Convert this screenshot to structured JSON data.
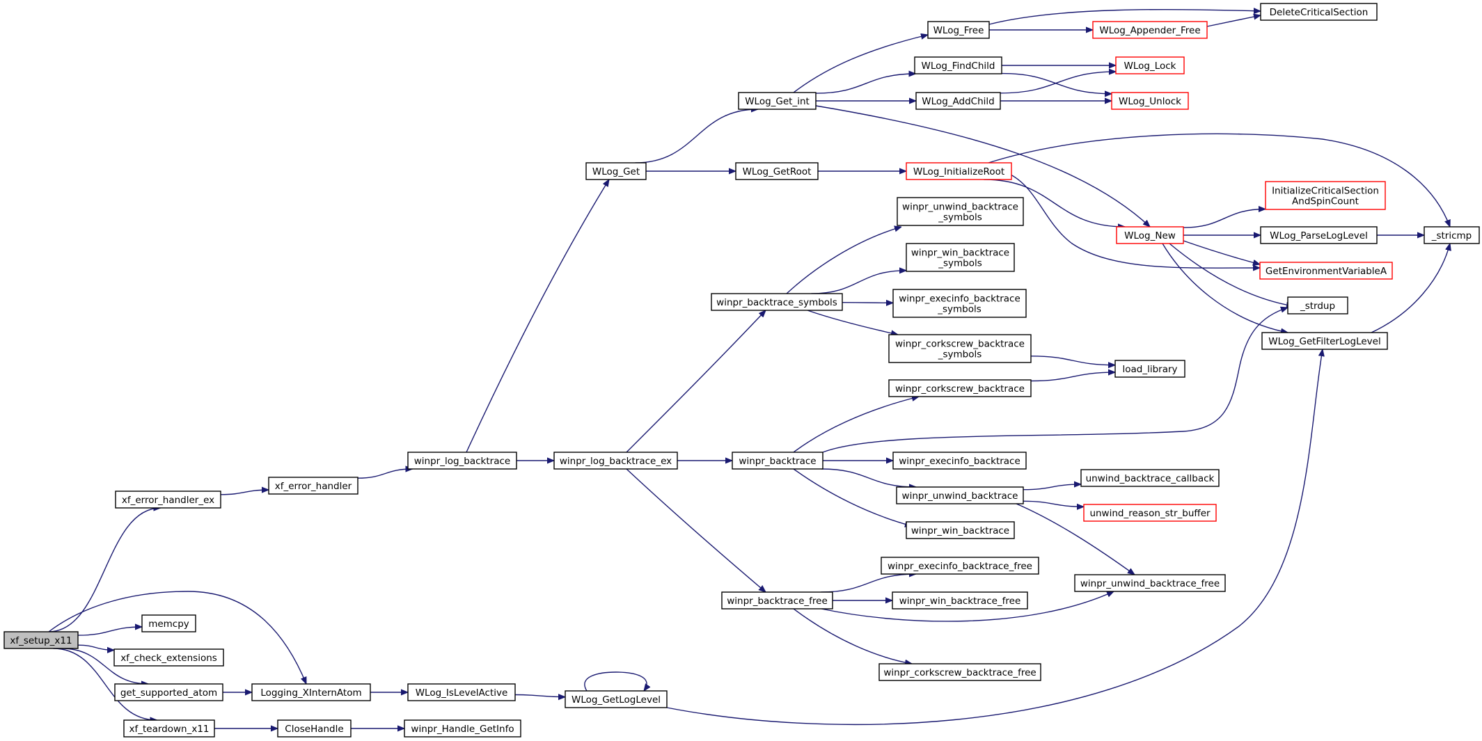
{
  "diagram": {
    "type": "call-graph",
    "edge_color": "#191970",
    "nodes": [
      {
        "id": "xf_setup_x11",
        "lines": [
          "xf_setup_x11"
        ],
        "style": "root"
      },
      {
        "id": "xf_error_handler_ex",
        "lines": [
          "xf_error_handler_ex"
        ]
      },
      {
        "id": "memcpy",
        "lines": [
          "memcpy"
        ]
      },
      {
        "id": "xf_check_extensions",
        "lines": [
          "xf_check_extensions"
        ]
      },
      {
        "id": "get_supported_atom",
        "lines": [
          "get_supported_atom"
        ]
      },
      {
        "id": "xf_teardown_x11",
        "lines": [
          "xf_teardown_x11"
        ]
      },
      {
        "id": "xf_error_handler",
        "lines": [
          "xf_error_handler"
        ]
      },
      {
        "id": "Logging_XInternAtom",
        "lines": [
          "Logging_XInternAtom"
        ]
      },
      {
        "id": "CloseHandle",
        "lines": [
          "CloseHandle"
        ]
      },
      {
        "id": "winpr_log_backtrace",
        "lines": [
          "winpr_log_backtrace"
        ]
      },
      {
        "id": "WLog_IsLevelActive",
        "lines": [
          "WLog_IsLevelActive"
        ]
      },
      {
        "id": "winpr_Handle_GetInfo",
        "lines": [
          "winpr_Handle_GetInfo"
        ]
      },
      {
        "id": "winpr_log_backtrace_ex",
        "lines": [
          "winpr_log_backtrace_ex"
        ]
      },
      {
        "id": "WLog_Get",
        "lines": [
          "WLog_Get"
        ]
      },
      {
        "id": "WLog_GetLogLevel",
        "lines": [
          "WLog_GetLogLevel"
        ]
      },
      {
        "id": "WLog_Get_int",
        "lines": [
          "WLog_Get_int"
        ]
      },
      {
        "id": "WLog_GetRoot",
        "lines": [
          "WLog_GetRoot"
        ]
      },
      {
        "id": "winpr_backtrace_symbols",
        "lines": [
          "winpr_backtrace_symbols"
        ]
      },
      {
        "id": "winpr_backtrace",
        "lines": [
          "winpr_backtrace"
        ]
      },
      {
        "id": "winpr_backtrace_free",
        "lines": [
          "winpr_backtrace_free"
        ]
      },
      {
        "id": "WLog_Free",
        "lines": [
          "WLog_Free"
        ]
      },
      {
        "id": "WLog_FindChild",
        "lines": [
          "WLog_FindChild"
        ]
      },
      {
        "id": "WLog_AddChild",
        "lines": [
          "WLog_AddChild"
        ]
      },
      {
        "id": "WLog_InitializeRoot",
        "lines": [
          "WLog_InitializeRoot"
        ],
        "style": "red"
      },
      {
        "id": "winpr_unwind_backtrace_symbols",
        "lines": [
          "winpr_unwind_backtrace",
          "_symbols"
        ]
      },
      {
        "id": "winpr_win_backtrace_symbols",
        "lines": [
          "winpr_win_backtrace",
          "_symbols"
        ]
      },
      {
        "id": "winpr_execinfo_backtrace_symbols",
        "lines": [
          "winpr_execinfo_backtrace",
          "_symbols"
        ]
      },
      {
        "id": "winpr_corkscrew_backtrace_symbols",
        "lines": [
          "winpr_corkscrew_backtrace",
          "_symbols"
        ]
      },
      {
        "id": "winpr_corkscrew_backtrace",
        "lines": [
          "winpr_corkscrew_backtrace"
        ]
      },
      {
        "id": "winpr_execinfo_backtrace",
        "lines": [
          "winpr_execinfo_backtrace"
        ]
      },
      {
        "id": "winpr_unwind_backtrace",
        "lines": [
          "winpr_unwind_backtrace"
        ]
      },
      {
        "id": "winpr_win_backtrace",
        "lines": [
          "winpr_win_backtrace"
        ]
      },
      {
        "id": "winpr_execinfo_backtrace_free",
        "lines": [
          "winpr_execinfo_backtrace_free"
        ]
      },
      {
        "id": "winpr_win_backtrace_free",
        "lines": [
          "winpr_win_backtrace_free"
        ]
      },
      {
        "id": "winpr_corkscrew_backtrace_free",
        "lines": [
          "winpr_corkscrew_backtrace_free"
        ]
      },
      {
        "id": "WLog_Appender_Free",
        "lines": [
          "WLog_Appender_Free"
        ],
        "style": "red"
      },
      {
        "id": "WLog_Lock",
        "lines": [
          "WLog_Lock"
        ],
        "style": "red"
      },
      {
        "id": "WLog_Unlock",
        "lines": [
          "WLog_Unlock"
        ],
        "style": "red"
      },
      {
        "id": "WLog_New",
        "lines": [
          "WLog_New"
        ],
        "style": "red"
      },
      {
        "id": "load_library",
        "lines": [
          "load_library"
        ]
      },
      {
        "id": "unwind_backtrace_callback",
        "lines": [
          "unwind_backtrace_callback"
        ]
      },
      {
        "id": "unwind_reason_str_buffer",
        "lines": [
          "unwind_reason_str_buffer"
        ],
        "style": "red"
      },
      {
        "id": "winpr_unwind_backtrace_free",
        "lines": [
          "winpr_unwind_backtrace_free"
        ]
      },
      {
        "id": "DeleteCriticalSection",
        "lines": [
          "DeleteCriticalSection"
        ]
      },
      {
        "id": "InitializeCriticalSectionAndSpinCount",
        "lines": [
          "InitializeCriticalSection",
          "AndSpinCount"
        ],
        "style": "red"
      },
      {
        "id": "WLog_ParseLogLevel",
        "lines": [
          "WLog_ParseLogLevel"
        ]
      },
      {
        "id": "GetEnvironmentVariableA",
        "lines": [
          "GetEnvironmentVariableA"
        ],
        "style": "red"
      },
      {
        "id": "_strdup",
        "lines": [
          "_strdup"
        ]
      },
      {
        "id": "WLog_GetFilterLogLevel",
        "lines": [
          "WLog_GetFilterLogLevel"
        ]
      },
      {
        "id": "_stricmp",
        "lines": [
          "_stricmp"
        ]
      }
    ],
    "edges": [
      {
        "from": "xf_setup_x11",
        "to": "xf_error_handler_ex"
      },
      {
        "from": "xf_setup_x11",
        "to": "Logging_XInternAtom"
      },
      {
        "from": "xf_setup_x11",
        "to": "memcpy"
      },
      {
        "from": "xf_setup_x11",
        "to": "xf_check_extensions"
      },
      {
        "from": "xf_setup_x11",
        "to": "get_supported_atom"
      },
      {
        "from": "xf_setup_x11",
        "to": "xf_teardown_x11"
      },
      {
        "from": "xf_error_handler_ex",
        "to": "xf_error_handler"
      },
      {
        "from": "xf_error_handler",
        "to": "winpr_log_backtrace"
      },
      {
        "from": "winpr_log_backtrace",
        "to": "WLog_Get"
      },
      {
        "from": "winpr_log_backtrace",
        "to": "winpr_log_backtrace_ex"
      },
      {
        "from": "get_supported_atom",
        "to": "Logging_XInternAtom"
      },
      {
        "from": "Logging_XInternAtom",
        "to": "WLog_IsLevelActive"
      },
      {
        "from": "WLog_IsLevelActive",
        "to": "WLog_GetLogLevel"
      },
      {
        "from": "WLog_GetLogLevel",
        "to": "WLog_GetLogLevel"
      },
      {
        "from": "WLog_GetLogLevel",
        "to": "WLog_GetFilterLogLevel"
      },
      {
        "from": "xf_teardown_x11",
        "to": "CloseHandle"
      },
      {
        "from": "CloseHandle",
        "to": "winpr_Handle_GetInfo"
      },
      {
        "from": "WLog_Get",
        "to": "WLog_Get_int"
      },
      {
        "from": "WLog_Get",
        "to": "WLog_GetRoot"
      },
      {
        "from": "WLog_Get_int",
        "to": "WLog_Free"
      },
      {
        "from": "WLog_Get_int",
        "to": "WLog_FindChild"
      },
      {
        "from": "WLog_Get_int",
        "to": "WLog_AddChild"
      },
      {
        "from": "WLog_Get_int",
        "to": "WLog_New"
      },
      {
        "from": "WLog_Free",
        "to": "DeleteCriticalSection"
      },
      {
        "from": "WLog_Free",
        "to": "WLog_Appender_Free"
      },
      {
        "from": "WLog_Appender_Free",
        "to": "DeleteCriticalSection"
      },
      {
        "from": "WLog_FindChild",
        "to": "WLog_Lock"
      },
      {
        "from": "WLog_FindChild",
        "to": "WLog_Unlock"
      },
      {
        "from": "WLog_AddChild",
        "to": "WLog_Lock"
      },
      {
        "from": "WLog_AddChild",
        "to": "WLog_Unlock"
      },
      {
        "from": "WLog_GetRoot",
        "to": "WLog_InitializeRoot"
      },
      {
        "from": "WLog_InitializeRoot",
        "to": "_stricmp"
      },
      {
        "from": "WLog_InitializeRoot",
        "to": "WLog_New"
      },
      {
        "from": "WLog_InitializeRoot",
        "to": "GetEnvironmentVariableA"
      },
      {
        "from": "WLog_New",
        "to": "InitializeCriticalSectionAndSpinCount"
      },
      {
        "from": "WLog_New",
        "to": "WLog_ParseLogLevel"
      },
      {
        "from": "WLog_New",
        "to": "GetEnvironmentVariableA"
      },
      {
        "from": "WLog_New",
        "to": "_strdup"
      },
      {
        "from": "WLog_New",
        "to": "WLog_GetFilterLogLevel"
      },
      {
        "from": "WLog_ParseLogLevel",
        "to": "_stricmp"
      },
      {
        "from": "WLog_GetFilterLogLevel",
        "to": "_stricmp"
      },
      {
        "from": "winpr_log_backtrace_ex",
        "to": "winpr_backtrace_symbols"
      },
      {
        "from": "winpr_log_backtrace_ex",
        "to": "winpr_backtrace"
      },
      {
        "from": "winpr_log_backtrace_ex",
        "to": "winpr_backtrace_free"
      },
      {
        "from": "winpr_backtrace_symbols",
        "to": "winpr_unwind_backtrace_symbols"
      },
      {
        "from": "winpr_backtrace_symbols",
        "to": "winpr_win_backtrace_symbols"
      },
      {
        "from": "winpr_backtrace_symbols",
        "to": "winpr_execinfo_backtrace_symbols"
      },
      {
        "from": "winpr_backtrace_symbols",
        "to": "winpr_corkscrew_backtrace_symbols"
      },
      {
        "from": "winpr_corkscrew_backtrace_symbols",
        "to": "load_library"
      },
      {
        "from": "winpr_corkscrew_backtrace",
        "to": "load_library"
      },
      {
        "from": "winpr_backtrace",
        "to": "winpr_corkscrew_backtrace"
      },
      {
        "from": "winpr_backtrace",
        "to": "_strdup"
      },
      {
        "from": "winpr_backtrace",
        "to": "winpr_execinfo_backtrace"
      },
      {
        "from": "winpr_backtrace",
        "to": "winpr_unwind_backtrace"
      },
      {
        "from": "winpr_backtrace",
        "to": "winpr_win_backtrace"
      },
      {
        "from": "winpr_unwind_backtrace",
        "to": "unwind_backtrace_callback"
      },
      {
        "from": "winpr_unwind_backtrace",
        "to": "unwind_reason_str_buffer"
      },
      {
        "from": "winpr_unwind_backtrace",
        "to": "winpr_unwind_backtrace_free"
      },
      {
        "from": "winpr_backtrace_free",
        "to": "winpr_execinfo_backtrace_free"
      },
      {
        "from": "winpr_backtrace_free",
        "to": "winpr_win_backtrace_free"
      },
      {
        "from": "winpr_backtrace_free",
        "to": "winpr_unwind_backtrace_free"
      },
      {
        "from": "winpr_backtrace_free",
        "to": "winpr_corkscrew_backtrace_free"
      }
    ]
  }
}
